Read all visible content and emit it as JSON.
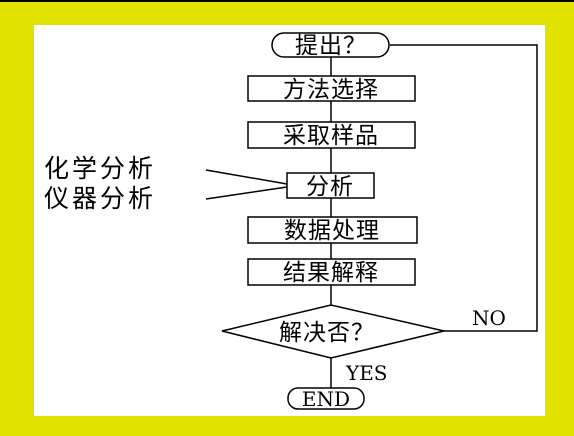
{
  "flow": {
    "start": "提出？",
    "step1": "方法选择",
    "step2": "采取样品",
    "step3": "分析",
    "step4": "数据处理",
    "step5": "结果解释",
    "decision": "解决否？",
    "end": "END",
    "yes": "YES",
    "no": "NO"
  },
  "inputs": {
    "chem": "化学分析",
    "instr": "仪器分析"
  },
  "colors": {
    "frame": "#e2e200",
    "canvas": "#ffffff",
    "ink": "#000000"
  }
}
